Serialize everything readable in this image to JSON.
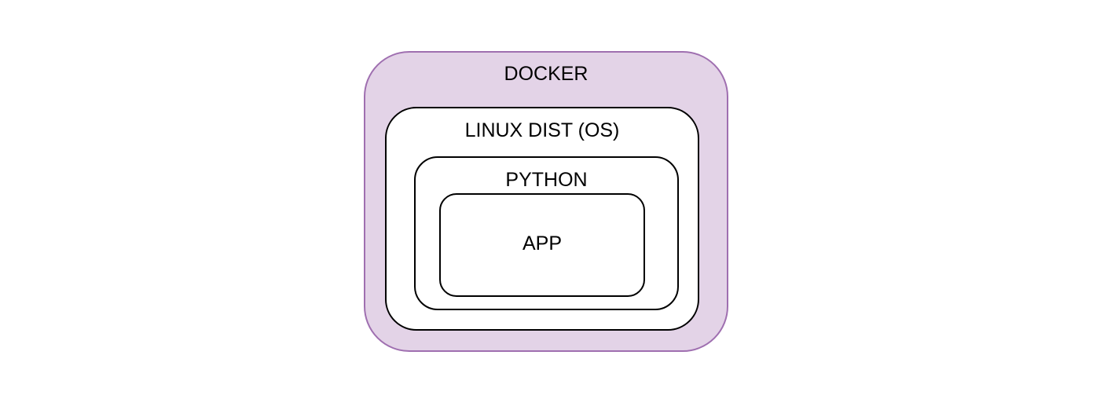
{
  "diagram": {
    "layers": {
      "docker": {
        "label": "DOCKER"
      },
      "linux": {
        "label": "LINUX DIST (OS)"
      },
      "python": {
        "label": "PYTHON"
      },
      "app": {
        "label": "APP"
      }
    }
  },
  "colors": {
    "docker_fill": "#e3d3e7",
    "docker_border": "#9f6fb0",
    "inner_fill": "#ffffff",
    "inner_border": "#000000",
    "text": "#000000"
  }
}
